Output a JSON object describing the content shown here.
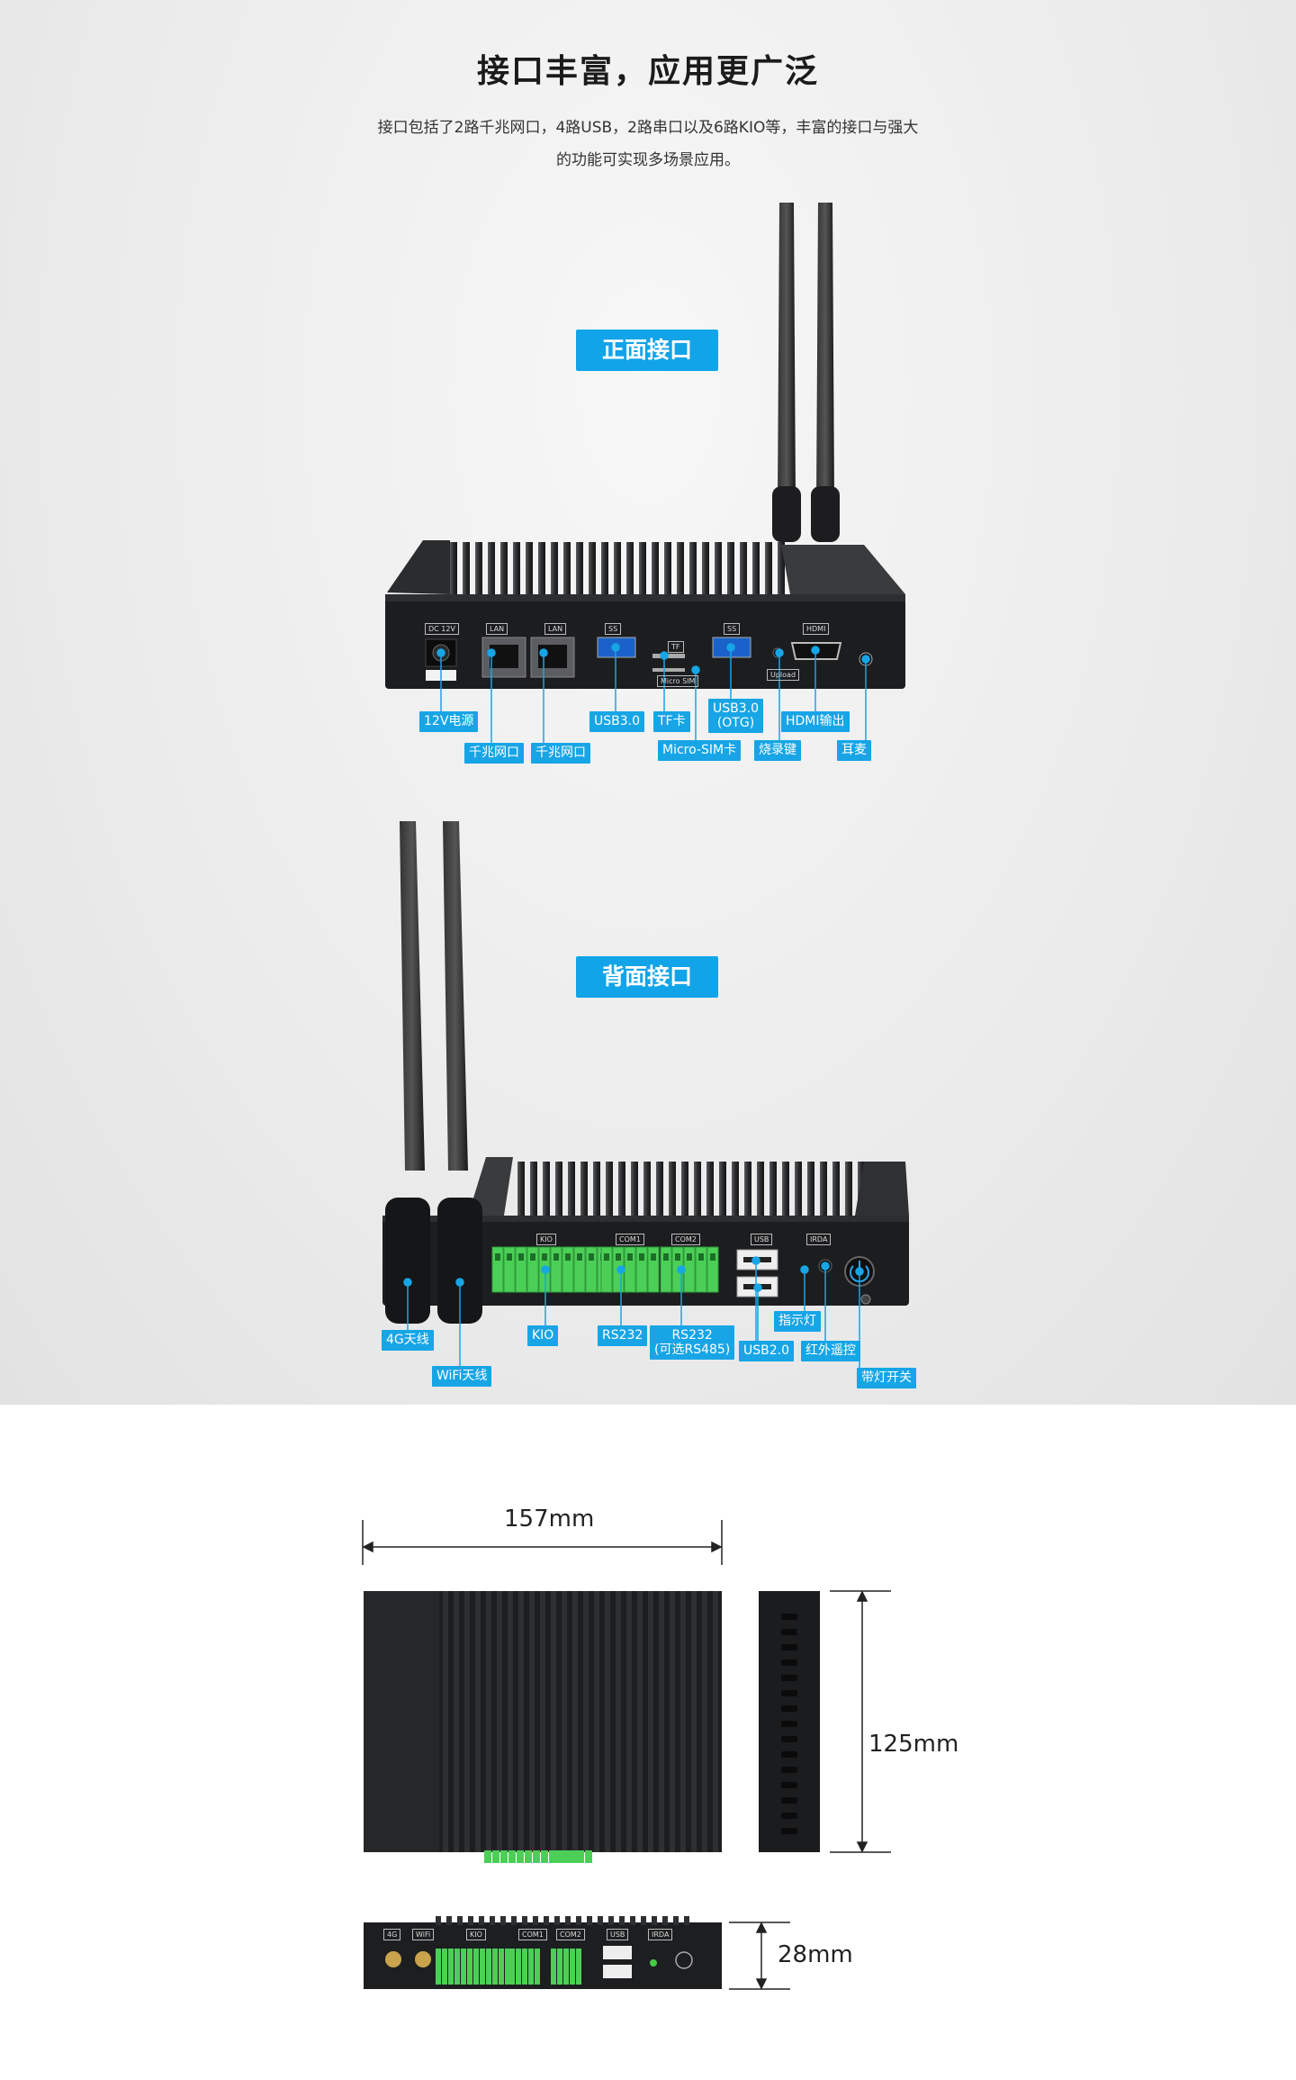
{
  "header": {
    "title": "接口丰富，应用更广泛",
    "intro_line1": "接口包括了2路千兆网口，4路USB，2路串口以及6路KIO等，丰富的接口与强大",
    "intro_line2": "的功能可实现多场景应用。"
  },
  "front": {
    "badge": "正面接口",
    "port_tags": [
      "DC 12V",
      "LAN",
      "LAN",
      "SS",
      "TF",
      "Micro SIM",
      "SS",
      "HDMI",
      "Upload"
    ],
    "labels": {
      "power": "12V电源",
      "lan1": "千兆网口",
      "lan2": "千兆网口",
      "usb30": "USB3.0",
      "tf": "TF卡",
      "microsim": "Micro-SIM卡",
      "usb30_otg_1": "USB3.0",
      "usb30_otg_2": "(OTG)",
      "burn": "烧录键",
      "hdmi": "HDMI输出",
      "earmic": "耳麦"
    }
  },
  "back": {
    "badge": "背面接口",
    "port_tags": [
      "KIO",
      "COM1",
      "COM2",
      "USB",
      "IRDA"
    ],
    "labels": {
      "ant4g": "4G天线",
      "wifi": "WiFi天线",
      "kio": "KIO",
      "rs232": "RS232",
      "rs485_1": "RS232",
      "rs485_2": "(可选RS485)",
      "usb20": "USB2.0",
      "indicator": "指示灯",
      "ir": "红外遥控",
      "power_switch": "带灯开关"
    }
  },
  "dimensions": {
    "width": "157mm",
    "depth": "125mm",
    "height": "28mm",
    "mini_tags": [
      "4G",
      "WiFi",
      "KIO",
      "COM1",
      "COM2",
      "USB",
      "IRDA"
    ]
  },
  "colors": {
    "accent": "#17a5e6",
    "chassis": "#1e1f21",
    "terminal": "#4ccf57"
  }
}
